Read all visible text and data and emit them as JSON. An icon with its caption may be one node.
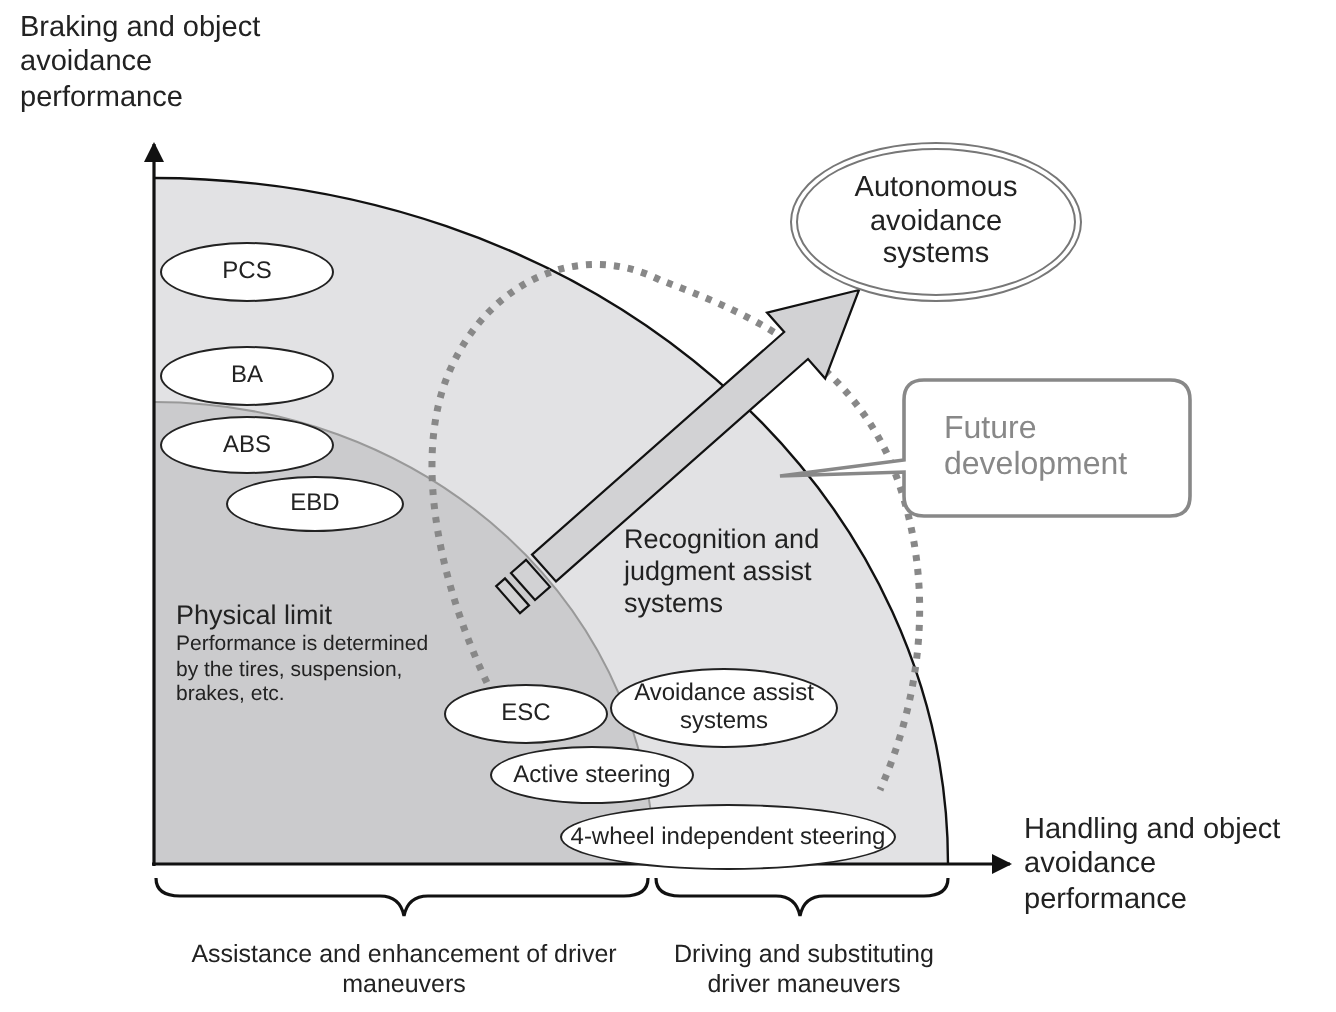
{
  "diagram": {
    "nodes": [
      {
        "text": [
          "PCS"
        ]
      },
      {
        "text": [
          "BA"
        ]
      },
      {
        "text": [
          "ABS"
        ]
      },
      {
        "text": [
          "EBD"
        ]
      },
      {
        "text": [
          "Autonomous avoidance systems"
        ]
      },
      {
        "text": [
          "Future development"
        ]
      },
      {
        "text": [
          "ESC"
        ]
      },
      {
        "text": [
          "Avoidance assist systems"
        ]
      },
      {
        "text": [
          "Active steering"
        ]
      },
      {
        "text": [
          "4-wheel independent steering"
        ]
      }
    ],
    "edges": [
      {
        "from": null,
        "to": 4,
        "arrow": "to",
        "style": "thick"
      }
    ],
    "labels": [
      "Braking and object avoidance performance",
      "Recognition and judgment assist systems",
      "Physical limit",
      "Performance is determined by the tires, suspension, brakes, etc.",
      "Handling and object avoidance performance",
      "Assistance and enhancement of driver maneuvers",
      "Driving and substituting driver maneuvers"
    ]
  }
}
